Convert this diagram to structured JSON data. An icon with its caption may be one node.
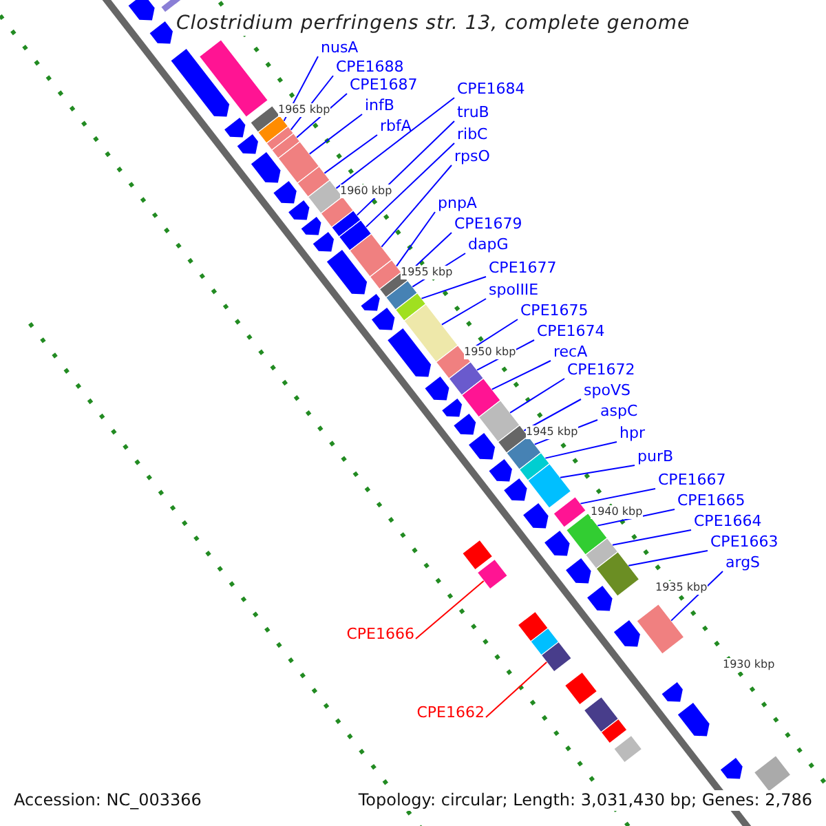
{
  "diagram": {
    "title": "Clostridium perfringens str. 13, complete genome",
    "nodes": [
      {
        "text": [
          "nusA"
        ]
      },
      {
        "text": [
          "CPE1688"
        ]
      },
      {
        "text": [
          "CPE1687"
        ]
      },
      {
        "text": [
          "infB"
        ]
      },
      {
        "text": [
          "rbfA"
        ]
      },
      {
        "text": [
          "CPE1684"
        ]
      },
      {
        "text": [
          "truB"
        ]
      },
      {
        "text": [
          "ribC"
        ]
      },
      {
        "text": [
          "rpsO"
        ]
      },
      {
        "text": [
          "pnpA"
        ]
      },
      {
        "text": [
          "CPE1679"
        ]
      },
      {
        "text": [
          "dapG"
        ]
      },
      {
        "text": [
          "CPE1677"
        ]
      },
      {
        "text": [
          "spoIIIE"
        ]
      },
      {
        "text": [
          "CPE1675"
        ]
      },
      {
        "text": [
          "CPE1674"
        ]
      },
      {
        "text": [
          "recA"
        ]
      },
      {
        "text": [
          "CPE1672"
        ]
      },
      {
        "text": [
          "spoVS"
        ]
      },
      {
        "text": [
          "aspC"
        ]
      },
      {
        "text": [
          "hpr"
        ]
      },
      {
        "text": [
          "purB"
        ]
      },
      {
        "text": [
          "CPE1667"
        ]
      },
      {
        "text": [
          "CPE1665"
        ]
      },
      {
        "text": [
          "CPE1664"
        ]
      },
      {
        "text": [
          "CPE1663"
        ]
      },
      {
        "text": [
          "argS"
        ]
      },
      {
        "text": [
          "CPE1666"
        ]
      },
      {
        "text": [
          "CPE1662"
        ]
      },
      {
        "text": [],
        "shape": "box"
      },
      {
        "text": [],
        "shape": "box"
      },
      {
        "text": [],
        "shape": "box"
      },
      {
        "text": [],
        "shape": "box"
      },
      {
        "text": [],
        "shape": "box"
      },
      {
        "text": [],
        "shape": "box"
      },
      {
        "text": [],
        "shape": "box"
      },
      {
        "text": [],
        "shape": "box"
      },
      {
        "text": [],
        "shape": "box"
      },
      {
        "text": [],
        "shape": "box"
      },
      {
        "text": [],
        "shape": "box"
      },
      {
        "text": [],
        "shape": "box"
      },
      {
        "text": [],
        "shape": "box"
      },
      {
        "text": [],
        "shape": "box"
      },
      {
        "text": [],
        "shape": "box"
      },
      {
        "text": [],
        "shape": "box"
      },
      {
        "text": [],
        "shape": "box"
      },
      {
        "text": [],
        "shape": "box"
      },
      {
        "text": [],
        "shape": "box"
      },
      {
        "text": [],
        "shape": "box"
      },
      {
        "text": [],
        "shape": "box"
      },
      {
        "text": [],
        "shape": "box"
      },
      {
        "text": [],
        "shape": "box"
      },
      {
        "text": [],
        "shape": "box"
      },
      {
        "text": [],
        "shape": "box"
      },
      {
        "text": [],
        "shape": "box"
      },
      {
        "text": [],
        "shape": "box"
      },
      {
        "text": [],
        "shape": "box"
      },
      {
        "text": [],
        "shape": "box"
      },
      {
        "text": [],
        "shape": "box"
      },
      {
        "text": [],
        "shape": "box"
      },
      {
        "text": [],
        "shape": "box"
      },
      {
        "text": [],
        "shape": "box"
      },
      {
        "text": [],
        "shape": "box"
      },
      {
        "text": [],
        "shape": "box"
      },
      {
        "text": [],
        "shape": "box"
      },
      {
        "text": [],
        "shape": "box"
      },
      {
        "text": [],
        "shape": "box"
      },
      {
        "text": [],
        "shape": "box"
      },
      {
        "text": [],
        "shape": "box"
      },
      {
        "text": [],
        "shape": "box"
      }
    ],
    "edges": [
      {
        "from": 0,
        "to": 29,
        "arrow": "none"
      },
      {
        "from": 1,
        "to": 30,
        "arrow": "none"
      },
      {
        "from": 2,
        "to": 31,
        "arrow": "none"
      },
      {
        "from": 3,
        "to": 32,
        "arrow": "none"
      },
      {
        "from": 4,
        "to": 33,
        "arrow": "none"
      },
      {
        "from": 5,
        "to": 34,
        "arrow": "none"
      },
      {
        "from": 6,
        "to": 35,
        "arrow": "none"
      },
      {
        "from": 7,
        "to": 36,
        "arrow": "none"
      },
      {
        "from": 8,
        "to": 37,
        "arrow": "none"
      },
      {
        "from": 9,
        "to": 38,
        "arrow": "none"
      },
      {
        "from": 10,
        "to": 39,
        "arrow": "none"
      },
      {
        "from": 11,
        "to": 40,
        "arrow": "none"
      },
      {
        "from": 12,
        "to": 41,
        "arrow": "none"
      },
      {
        "from": 13,
        "to": 42,
        "arrow": "none"
      },
      {
        "from": 14,
        "to": 43,
        "arrow": "none"
      },
      {
        "from": 15,
        "to": 44,
        "arrow": "none"
      },
      {
        "from": 16,
        "to": 45,
        "arrow": "none"
      },
      {
        "from": 17,
        "to": 46,
        "arrow": "none"
      },
      {
        "from": 18,
        "to": 47,
        "arrow": "none"
      },
      {
        "from": 19,
        "to": 48,
        "arrow": "none"
      },
      {
        "from": 20,
        "to": 49,
        "arrow": "none"
      },
      {
        "from": 21,
        "to": 50,
        "arrow": "none"
      },
      {
        "from": 22,
        "to": 51,
        "arrow": "none"
      },
      {
        "from": 23,
        "to": 52,
        "arrow": "none"
      },
      {
        "from": 24,
        "to": 53,
        "arrow": "none"
      },
      {
        "from": 25,
        "to": 54,
        "arrow": "none"
      },
      {
        "from": 26,
        "to": 55,
        "arrow": "none"
      },
      {
        "from": 27,
        "to": 56,
        "arrow": "none",
        "color": "#ff0000"
      },
      {
        "from": 28,
        "to": 57,
        "arrow": "none",
        "color": "#ff0000"
      }
    ],
    "labels": [
      "1965 kbp",
      "1960 kbp",
      "1955 kbp",
      "1950 kbp",
      "1945 kbp",
      "1940 kbp",
      "1935 kbp",
      "1930 kbp",
      "Accession: NC_003366",
      "Topology: circular; Length: 3,031,430 bp; Genes: 2,786"
    ]
  }
}
